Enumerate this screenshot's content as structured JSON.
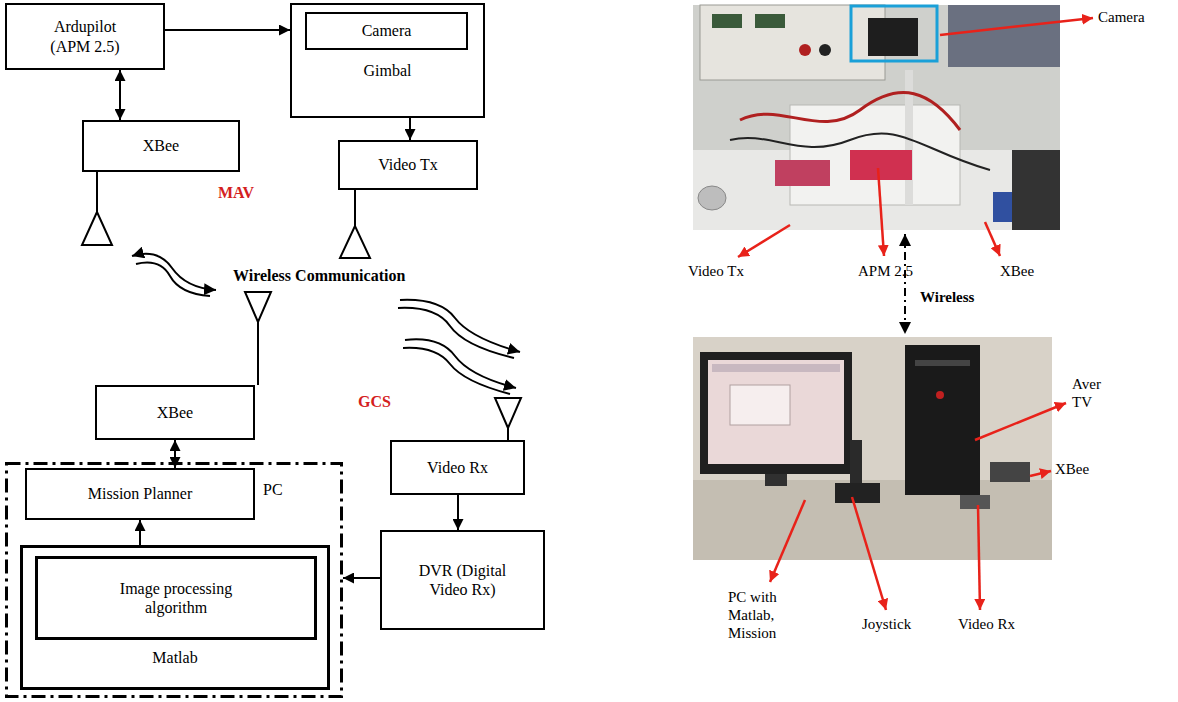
{
  "diagram": {
    "nodes": [
      {
        "text": [
          "Ardupilot (APM 2.5)"
        ]
      },
      {
        "text": [
          "Gimbal"
        ]
      },
      {
        "text": [
          "Camera"
        ],
        "in": 1
      },
      {
        "text": [
          "XBee"
        ]
      },
      {
        "text": [
          "Video Tx"
        ]
      },
      {
        "text": [
          "XBee"
        ]
      },
      {
        "text": [
          "PC"
        ]
      },
      {
        "text": [
          "Mission Planner"
        ],
        "in": 6
      },
      {
        "text": [
          "Matlab"
        ],
        "in": 6
      },
      {
        "text": [
          "Image processing algorithm"
        ],
        "in": 8
      },
      {
        "text": [
          "Video Rx"
        ]
      },
      {
        "text": [
          "DVR (Digital Video Rx)"
        ]
      }
    ],
    "edges": [
      {
        "from": 0,
        "to": 1,
        "arrow": "to"
      },
      {
        "from": 0,
        "to": 3,
        "arrow": "both"
      },
      {
        "from": 1,
        "to": 4,
        "arrow": "to"
      },
      {
        "from": 5,
        "to": 7,
        "arrow": "both"
      },
      {
        "from": 8,
        "to": 7,
        "arrow": "to"
      },
      {
        "from": 10,
        "to": 11,
        "arrow": "to"
      },
      {
        "from": 11,
        "to": 6,
        "arrow": "to"
      }
    ],
    "labels": [
      "MAV",
      "Wireless Communication",
      "GCS",
      "Camera",
      "Video Tx",
      "APM 2.5",
      "XBee",
      "Wireless",
      "Aver TV",
      "XBee",
      "PC with Matlab, Mission",
      "Joystick",
      "Video Rx"
    ]
  }
}
